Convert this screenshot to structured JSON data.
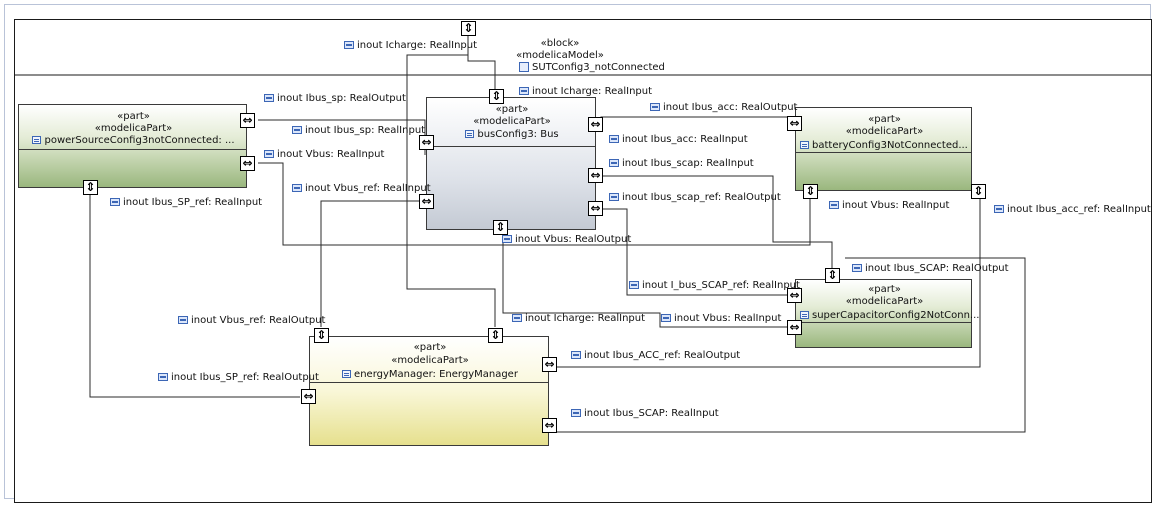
{
  "model": {
    "stereotype_block": "«block»",
    "stereotype_model": "«modelicaModel»",
    "name": "SUTConfig3_notConnected"
  },
  "blocks": {
    "power_source": {
      "stereo1": "«part»",
      "stereo2": "«modelicaPart»",
      "name": "powerSourceConfig3notConnected: ..."
    },
    "bus": {
      "stereo1": "«part»",
      "stereo2": "«modelicaPart»",
      "name": "busConfig3: Bus"
    },
    "battery": {
      "stereo1": "«part»",
      "stereo2": "«modelicaPart»",
      "name": "batteryConfig3NotConnected..."
    },
    "supercap": {
      "stereo1": "«part»",
      "stereo2": "«modelicaPart»",
      "name": "superCapacitorConfig2NotConn..."
    },
    "energy_manager": {
      "stereo1": "«part»",
      "stereo2": "«modelicaPart»",
      "name": "energyManager: EnergyManager"
    }
  },
  "ports": {
    "model_icharge": "inout Icharge: RealInput",
    "bus_icharge": "inout Icharge: RealInput",
    "ps_ibus_sp_out": "inout Ibus_sp: RealOutput",
    "bus_ibus_sp_in": "inout Ibus_sp: RealInput",
    "ps_vbus_in": "inout Vbus: RealInput",
    "bus_vbus_ref_in": "inout Vbus_ref: RealInput",
    "ps_ibus_sp_ref_in": "inout Ibus_SP_ref: RealInput",
    "bat_ibus_acc_out": "inout Ibus_acc: RealOutput",
    "bus_ibus_acc_in": "inout Ibus_acc: RealInput",
    "bus_ibus_scap_in": "inout Ibus_scap: RealInput",
    "bus_ibus_scap_ref_out": "inout Ibus_scap_ref: RealOutput",
    "bat_vbus_in": "inout Vbus: RealInput",
    "bat_ibus_acc_ref_in": "inout Ibus_acc_ref: RealInput",
    "bus_vbus_out": "inout Vbus: RealOutput",
    "sc_ibus_scap_out": "inout Ibus_SCAP: RealOutput",
    "sc_i_bus_scap_ref_in": "inout I_bus_SCAP_ref: RealInput",
    "em_icharge_in": "inout Icharge: RealInput",
    "sc_vbus_in": "inout Vbus: RealInput",
    "em_vbus_ref_out": "inout Vbus_ref: RealOutput",
    "em_ibus_acc_ref_out": "inout Ibus_ACC_ref: RealOutput",
    "em_ibus_sp_ref_out": "inout Ibus_SP_ref: RealOutput",
    "em_ibus_scap_in": "inout Ibus_SCAP: RealInput"
  },
  "colors": {
    "green_block": "#9ab77e",
    "bus_block": "#c4cad4",
    "manager_block": "#e6e08e",
    "wire": "#2b2b2b",
    "port_icon": "#3c66b5"
  },
  "icons": {
    "horizontal_port": "left-right-arrow-icon",
    "vertical_port": "up-down-arrow-icon",
    "flow_port": "flow-port-icon",
    "part": "part-icon",
    "block": "block-icon"
  }
}
